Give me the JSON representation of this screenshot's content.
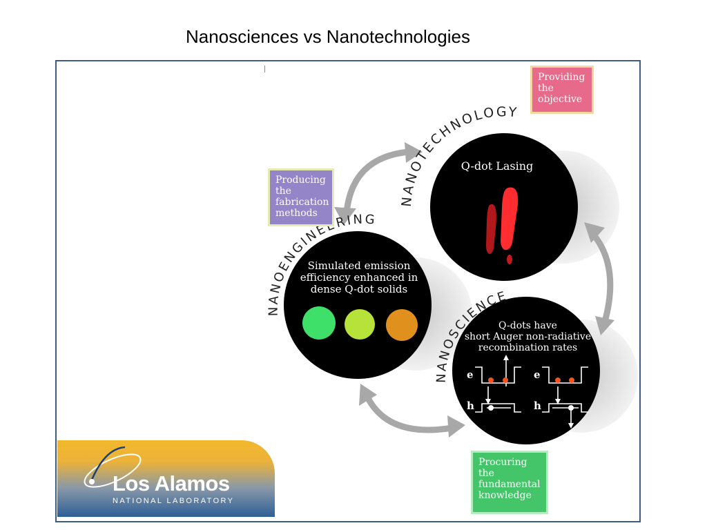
{
  "slide": {
    "title": "Nanosciences vs Nanotechnologies"
  },
  "diagram": {
    "nanotechnology": {
      "label": "NANOTECHNOLOGY",
      "circle_text": "Q-dot Lasing",
      "note": [
        "Providing",
        "the",
        "objective"
      ],
      "note_color": "#e76a8a"
    },
    "nanoengineering": {
      "label": "NANOENGINEERING",
      "circle_text": [
        "Simulated emission",
        "efficiency enhanced in",
        "dense Q-dot solids"
      ],
      "note": [
        "Producing",
        "the",
        "fabrication",
        "methods"
      ],
      "note_color": "#9385c7",
      "dot_colors": [
        "#3fe06a",
        "#b7e23a",
        "#e0901c"
      ]
    },
    "nanoscience": {
      "label": "NANOSCIENCE",
      "circle_text": [
        "Q-dots have",
        "short Auger non-radiative",
        "recombination rates"
      ],
      "note": [
        "Procuring",
        "the",
        "fundamental",
        "knowledge"
      ],
      "note_color": "#45c56a",
      "electron_label": "e",
      "hole_label": "h"
    },
    "arrow_color": "#a8a8a8"
  },
  "logo": {
    "name": "Los Alamos",
    "subtitle": "NATIONAL LABORATORY"
  }
}
